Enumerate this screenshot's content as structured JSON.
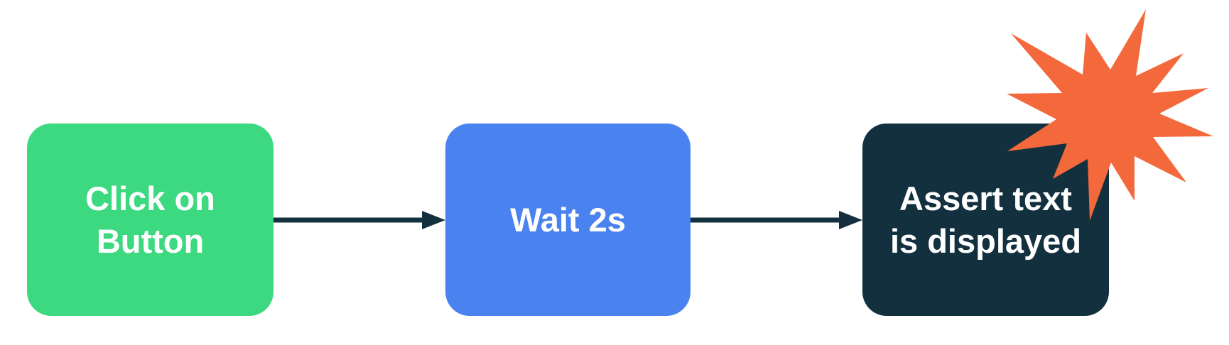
{
  "diagram": {
    "background": "#FFFFFF",
    "connector_color": "#13303F",
    "text_color": "#FFFFFF",
    "nodes": [
      {
        "name": "click-on-button",
        "label": "Click on Button",
        "line1": "Click on",
        "line2": "Button",
        "fill": "#3DD981"
      },
      {
        "name": "wait-2s",
        "label": "Wait 2s",
        "line1": "Wait 2s",
        "line2": "",
        "fill": "#4A82F0"
      },
      {
        "name": "assert-text-is-displayed",
        "label": "Assert text is displayed",
        "line1": "Assert text",
        "line2": "is displayed",
        "fill": "#13303F"
      }
    ],
    "explosion": {
      "name": "explosion-burst",
      "fill": "#F4693B"
    }
  }
}
